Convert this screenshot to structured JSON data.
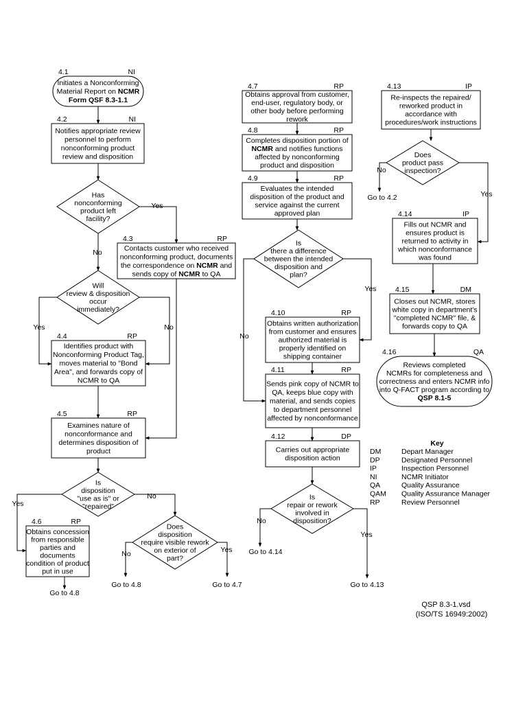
{
  "steps": {
    "s41": {
      "num": "4.1",
      "role": "NI",
      "lines": [
        [
          {
            "t": "Initiates a Nonconforming"
          }
        ],
        [
          {
            "t": "Material Report on "
          },
          {
            "t": "NCMR",
            "b": true
          }
        ],
        [
          {
            "t": "Form QSF 8.3-1.1",
            "b": true
          }
        ]
      ]
    },
    "s42": {
      "num": "4.2",
      "role": "NI",
      "lines": [
        [
          {
            "t": "Notifies appropriate review"
          }
        ],
        [
          {
            "t": "personnel to perform"
          }
        ],
        [
          {
            "t": "nonconforming product"
          }
        ],
        [
          {
            "t": "review and disposition"
          }
        ]
      ]
    },
    "s43": {
      "num": "4.3",
      "role": "RP",
      "lines": [
        [
          {
            "t": "Contacts customer who received"
          }
        ],
        [
          {
            "t": "nonconforming product, documents"
          }
        ],
        [
          {
            "t": "the correspondence on "
          },
          {
            "t": "NCMR",
            "b": true
          },
          {
            "t": " and"
          }
        ],
        [
          {
            "t": "sends copy of "
          },
          {
            "t": "NCMR",
            "b": true
          },
          {
            "t": " to QA"
          }
        ]
      ]
    },
    "s44": {
      "num": "4.4",
      "role": "RP",
      "lines": [
        [
          {
            "t": "Identifies product with"
          }
        ],
        [
          {
            "t": "Nonconforming Product Tag,"
          }
        ],
        [
          {
            "t": "moves material to \"Bond"
          }
        ],
        [
          {
            "t": "Area\", and forwards copy of"
          }
        ],
        [
          {
            "t": "NCMR to QA"
          }
        ]
      ]
    },
    "s45": {
      "num": "4.5",
      "role": "RP",
      "lines": [
        [
          {
            "t": "Examines nature of"
          }
        ],
        [
          {
            "t": "nonconformance and"
          }
        ],
        [
          {
            "t": "determines disposition of"
          }
        ],
        [
          {
            "t": "product"
          }
        ]
      ]
    },
    "s46": {
      "num": "4.6",
      "role": "RP",
      "lines": [
        [
          {
            "t": "Obtains concession"
          }
        ],
        [
          {
            "t": "from responsible"
          }
        ],
        [
          {
            "t": "parties and"
          }
        ],
        [
          {
            "t": "documents"
          }
        ],
        [
          {
            "t": "condition of product"
          }
        ],
        [
          {
            "t": "put in use"
          }
        ]
      ]
    },
    "s47": {
      "num": "4.7",
      "role": "RP",
      "lines": [
        [
          {
            "t": "Obtains approval from customer,"
          }
        ],
        [
          {
            "t": "end-user, regulatory body, or"
          }
        ],
        [
          {
            "t": "other body before performing"
          }
        ],
        [
          {
            "t": "rework"
          }
        ]
      ]
    },
    "s48": {
      "num": "4.8",
      "role": "RP",
      "lines": [
        [
          {
            "t": "Completes disposition portion of"
          }
        ],
        [
          {
            "t": "NCMR",
            "b": true
          },
          {
            "t": " and notifies functions"
          }
        ],
        [
          {
            "t": "affected by nonconforming"
          }
        ],
        [
          {
            "t": "product and disposition"
          }
        ]
      ]
    },
    "s49": {
      "num": "4.9",
      "role": "RP",
      "lines": [
        [
          {
            "t": "Evaluates the intended"
          }
        ],
        [
          {
            "t": "disposition of the product and"
          }
        ],
        [
          {
            "t": "service against the current"
          }
        ],
        [
          {
            "t": "approved plan"
          }
        ]
      ]
    },
    "s410": {
      "num": "4.10",
      "role": "RP",
      "lines": [
        [
          {
            "t": "Obtains written authorization"
          }
        ],
        [
          {
            "t": "from customer and ensures"
          }
        ],
        [
          {
            "t": "authorized material is"
          }
        ],
        [
          {
            "t": "properly identified on"
          }
        ],
        [
          {
            "t": "shipping container"
          }
        ]
      ]
    },
    "s411": {
      "num": "4.11",
      "role": "RP",
      "lines": [
        [
          {
            "t": "Sends pink copy of NCMR to"
          }
        ],
        [
          {
            "t": "QA, keeps blue copy with"
          }
        ],
        [
          {
            "t": "material, and sends copies"
          }
        ],
        [
          {
            "t": "to department personnel"
          }
        ],
        [
          {
            "t": "affected by nonconformance"
          }
        ]
      ]
    },
    "s412": {
      "num": "4.12",
      "role": "DP",
      "lines": [
        [
          {
            "t": "Carries out appropriate"
          }
        ],
        [
          {
            "t": "disposition action"
          }
        ]
      ]
    },
    "s413": {
      "num": "4.13",
      "role": "IP",
      "lines": [
        [
          {
            "t": "Re-inspects the repaired/"
          }
        ],
        [
          {
            "t": "reworked product in"
          }
        ],
        [
          {
            "t": "accordance with"
          }
        ],
        [
          {
            "t": "procedures/work instructions"
          }
        ]
      ]
    },
    "s414": {
      "num": "4.14",
      "role": "IP",
      "lines": [
        [
          {
            "t": "Fills out NCMR and"
          }
        ],
        [
          {
            "t": "ensures product is"
          }
        ],
        [
          {
            "t": "returned to activity in"
          }
        ],
        [
          {
            "t": "which nonconformance"
          }
        ],
        [
          {
            "t": "was found"
          }
        ]
      ]
    },
    "s415": {
      "num": "4.15",
      "role": "DM",
      "lines": [
        [
          {
            "t": "Closes out NCMR, stores"
          }
        ],
        [
          {
            "t": "white copy in department's"
          }
        ],
        [
          {
            "t": "\"completed NCMR\" file, &"
          }
        ],
        [
          {
            "t": "forwards copy to QA"
          }
        ]
      ]
    },
    "s416": {
      "num": "4.16",
      "role": "QA",
      "lines": [
        [
          {
            "t": "Reviews completed"
          }
        ],
        [
          {
            "t": "NCMRs for completeness and"
          }
        ],
        [
          {
            "t": "correctness and enters NCMR info"
          }
        ],
        [
          {
            "t": "into Q-FACT program according to"
          }
        ],
        [
          {
            "t": "QSP 8.1-5",
            "b": true
          }
        ]
      ]
    }
  },
  "decisions": {
    "d1": [
      [
        {
          "t": "Has"
        }
      ],
      [
        {
          "t": "nonconforming"
        }
      ],
      [
        {
          "t": "product left"
        }
      ],
      [
        {
          "t": "facility?"
        }
      ]
    ],
    "d2": [
      [
        {
          "t": "Will"
        }
      ],
      [
        {
          "t": "review & disposition"
        }
      ],
      [
        {
          "t": "occur"
        }
      ],
      [
        {
          "t": "immediately?"
        }
      ]
    ],
    "d3": [
      [
        {
          "t": "Is"
        }
      ],
      [
        {
          "t": "disposition"
        }
      ],
      [
        {
          "t": "\"use as is\" or"
        }
      ],
      [
        {
          "t": "\"repaired\""
        }
      ]
    ],
    "d4": [
      [
        {
          "t": "Does"
        }
      ],
      [
        {
          "t": "disposition"
        }
      ],
      [
        {
          "t": "require visible rework"
        }
      ],
      [
        {
          "t": "on exterior of"
        }
      ],
      [
        {
          "t": "part?"
        }
      ]
    ],
    "d5": [
      [
        {
          "t": "Is"
        }
      ],
      [
        {
          "t": "there a difference"
        }
      ],
      [
        {
          "t": "between the intended"
        }
      ],
      [
        {
          "t": "disposition and"
        }
      ],
      [
        {
          "t": "plan?"
        }
      ]
    ],
    "d6": [
      [
        {
          "t": "Is"
        }
      ],
      [
        {
          "t": "repair or rework"
        }
      ],
      [
        {
          "t": "involved in"
        }
      ],
      [
        {
          "t": "disposition?"
        }
      ]
    ],
    "d7": [
      [
        {
          "t": "Does"
        }
      ],
      [
        {
          "t": "product pass"
        }
      ],
      [
        {
          "t": "inspection?"
        }
      ]
    ]
  },
  "labels": {
    "yes": "Yes",
    "no": "No"
  },
  "gotos": {
    "g48a": "Go to 4.8",
    "g48b": "Go to 4.8",
    "g47": "Go to 4.7",
    "g414": "Go to 4.14",
    "g413": "Go to 4.13",
    "g42": "Go to 4.2"
  },
  "key": {
    "title": "Key",
    "items": [
      {
        "code": "DM",
        "desc": "Depart Manager"
      },
      {
        "code": "DP",
        "desc": "Designated Personnel"
      },
      {
        "code": "IP",
        "desc": "Inspection Personnel"
      },
      {
        "code": "NI",
        "desc": "NCMR Initiator"
      },
      {
        "code": "QA",
        "desc": "Quality Assurance"
      },
      {
        "code": "QAM",
        "desc": "Quality Assurance Manager"
      },
      {
        "code": "RP",
        "desc": "Review Personnel"
      }
    ]
  },
  "footer": {
    "file": "QSP 8.3-1.vsd",
    "standard": "(ISO/TS 16949:2002)"
  }
}
